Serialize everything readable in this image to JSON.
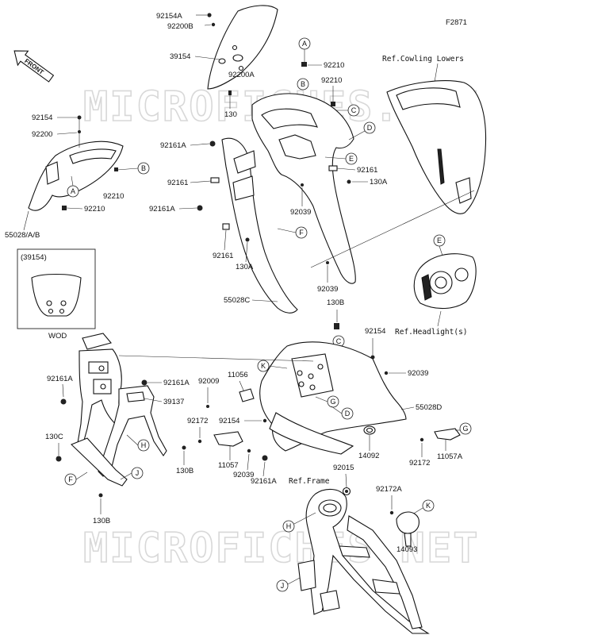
{
  "figure_code": "F2871",
  "front_label": "FRONT",
  "watermark": "MICROFICHES.NET",
  "inset": {
    "title": "(39154)",
    "caption": "WOD"
  },
  "refs": {
    "cowling_lowers": "Ref.Cowling Lowers",
    "headlight": "Ref.Headlight(s)",
    "frame": "Ref.Frame"
  },
  "callouts": [
    "A",
    "B",
    "C",
    "D",
    "E",
    "F",
    "G",
    "H",
    "J",
    "K"
  ],
  "part_numbers": {
    "p92154A": "92154A",
    "p92200B": "92200B",
    "p39154": "39154",
    "p92210_top": "92210",
    "p92210_b": "92210",
    "p92200A": "92200A",
    "p130": "130",
    "p92154_l": "92154",
    "p92200_l": "92200",
    "p92161A_1": "92161A",
    "p92161_1": "92161",
    "p92161_2": "92161",
    "p92161A_2": "92161A",
    "p92210_l1": "92210",
    "p92210_l2": "92210",
    "p55028AB": "55028/A/B",
    "p92039_1": "92039",
    "p130A_1": "130A",
    "p92161_3": "92161",
    "p130A_2": "130A",
    "p92039_2": "92039",
    "p55028C": "55028C",
    "p130B_top": "130B",
    "p92154_m": "92154",
    "p92039_3": "92039",
    "p55028D": "55028D",
    "p92161A_3": "92161A",
    "p92161A_4": "92161A",
    "p39137": "39137",
    "p92009": "92009",
    "p11056": "11056",
    "p130C": "130C",
    "p92172_1": "92172",
    "p92154_b": "92154",
    "p14092": "14092",
    "p11057": "11057",
    "p92039_4": "92039",
    "p92161A_5": "92161A",
    "p130B_1": "130B",
    "p92172_2": "92172",
    "p11057A": "11057A",
    "p92015": "92015",
    "p130B_2": "130B",
    "p92172A": "92172A",
    "p14093": "14093"
  }
}
